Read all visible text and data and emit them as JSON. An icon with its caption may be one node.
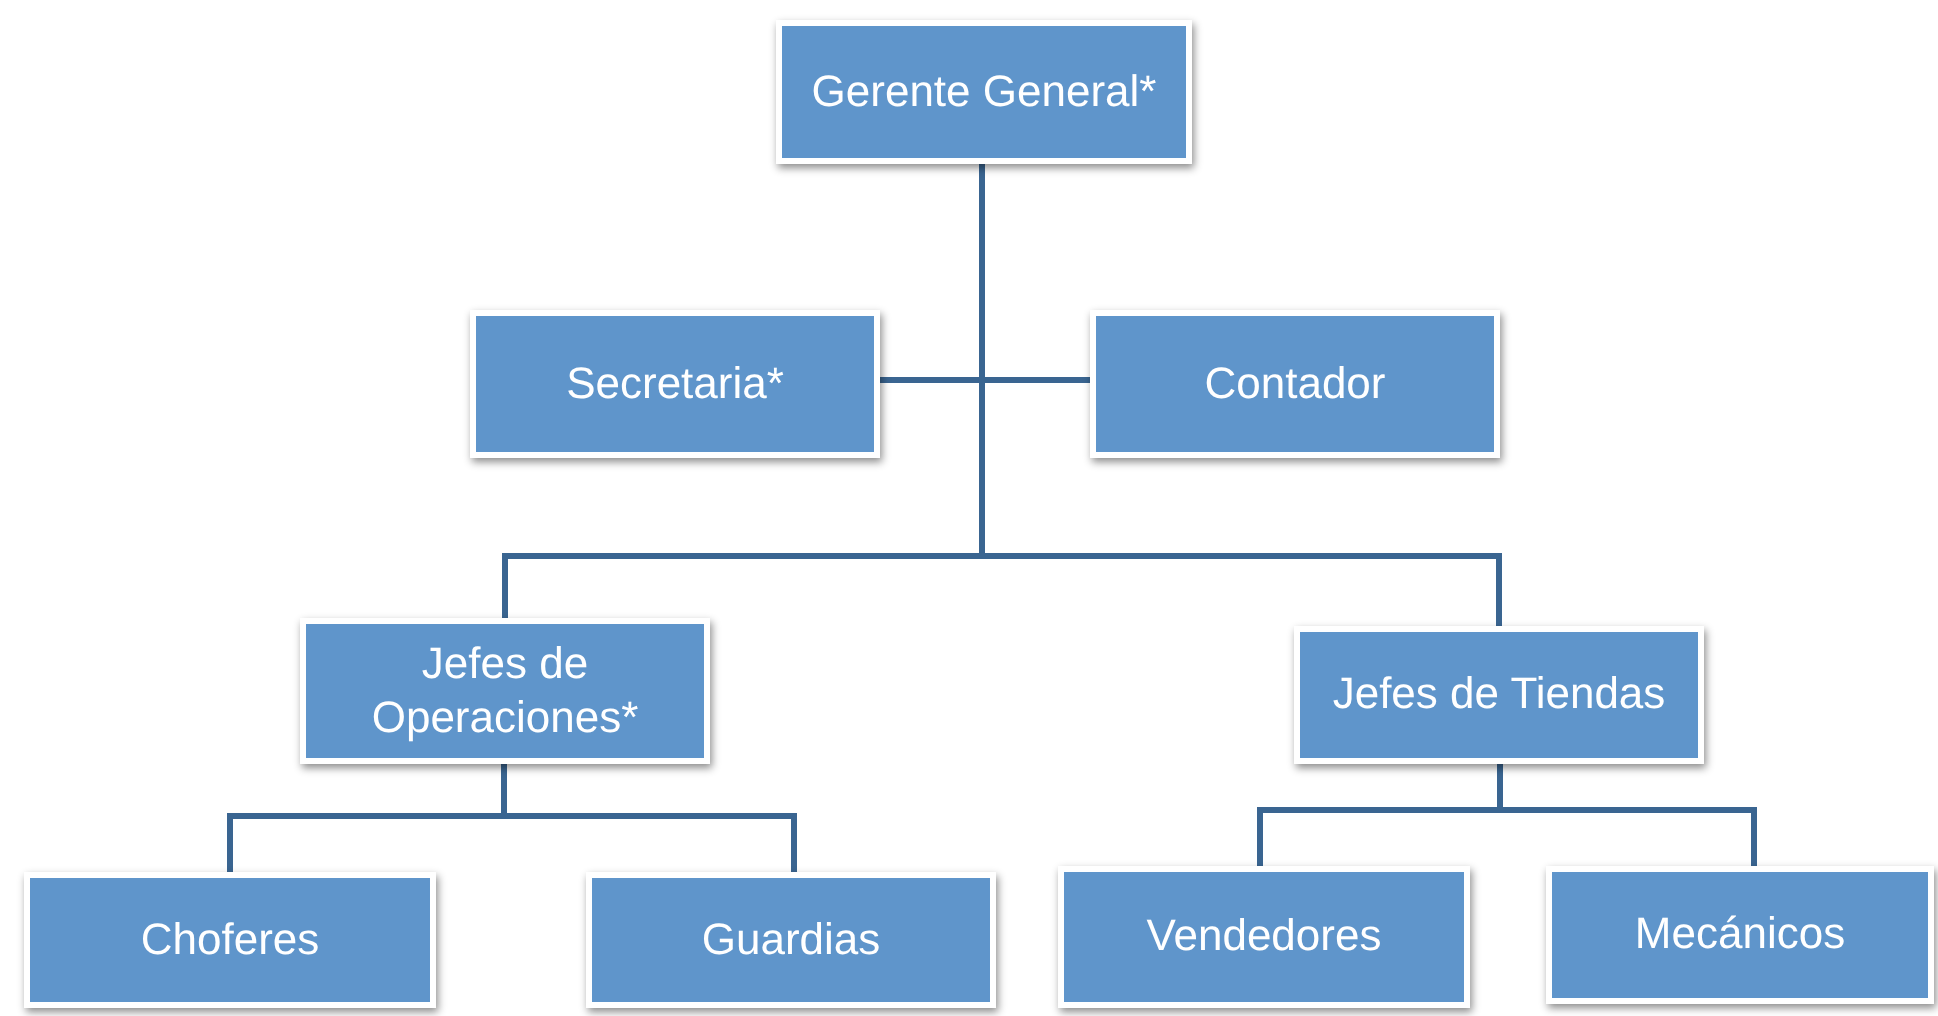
{
  "diagram": {
    "nodes": [
      {
        "text": [
          "Gerente General*"
        ]
      },
      {
        "text": [
          "Secretaria*"
        ]
      },
      {
        "text": [
          "Contador"
        ]
      },
      {
        "text": [
          "Jefes de Operaciones*"
        ]
      },
      {
        "text": [
          "Jefes de Tiendas"
        ]
      },
      {
        "text": [
          "Choferes"
        ]
      },
      {
        "text": [
          "Guardias"
        ]
      },
      {
        "text": [
          "Vendedores"
        ]
      },
      {
        "text": [
          "Mecánicos"
        ]
      }
    ],
    "edges": [
      {
        "from": 0,
        "to": 1,
        "arrow": "none"
      },
      {
        "from": 0,
        "to": 2,
        "arrow": "none"
      },
      {
        "from": 0,
        "to": 3,
        "arrow": "none"
      },
      {
        "from": 0,
        "to": 4,
        "arrow": "none"
      },
      {
        "from": 3,
        "to": 5,
        "arrow": "none"
      },
      {
        "from": 3,
        "to": 6,
        "arrow": "none"
      },
      {
        "from": 4,
        "to": 7,
        "arrow": "none"
      },
      {
        "from": 4,
        "to": 8,
        "arrow": "none"
      }
    ]
  }
}
